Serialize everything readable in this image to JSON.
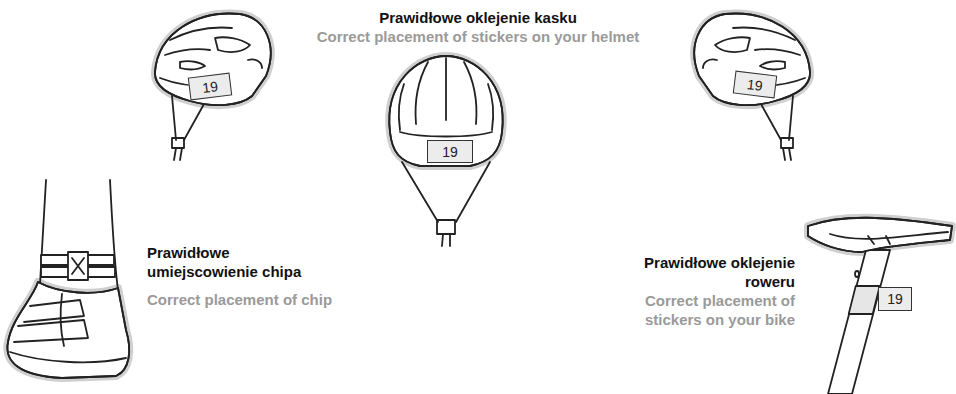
{
  "diagram": {
    "nodes": [
      {
        "text": [
          "19"
        ]
      },
      {
        "text": [
          "19"
        ]
      },
      {
        "text": [
          "19"
        ]
      },
      {
        "text": [
          "19"
        ]
      }
    ],
    "labels": [
      "Prawidłowe oklejenie kasku",
      "Correct placement of stickers on your helmet",
      "Prawidłowe umiejscowienie chipa",
      "Correct placement of chip",
      "Prawidłowe oklejenie roweru",
      "Correct placement of stickers on your bike"
    ]
  }
}
